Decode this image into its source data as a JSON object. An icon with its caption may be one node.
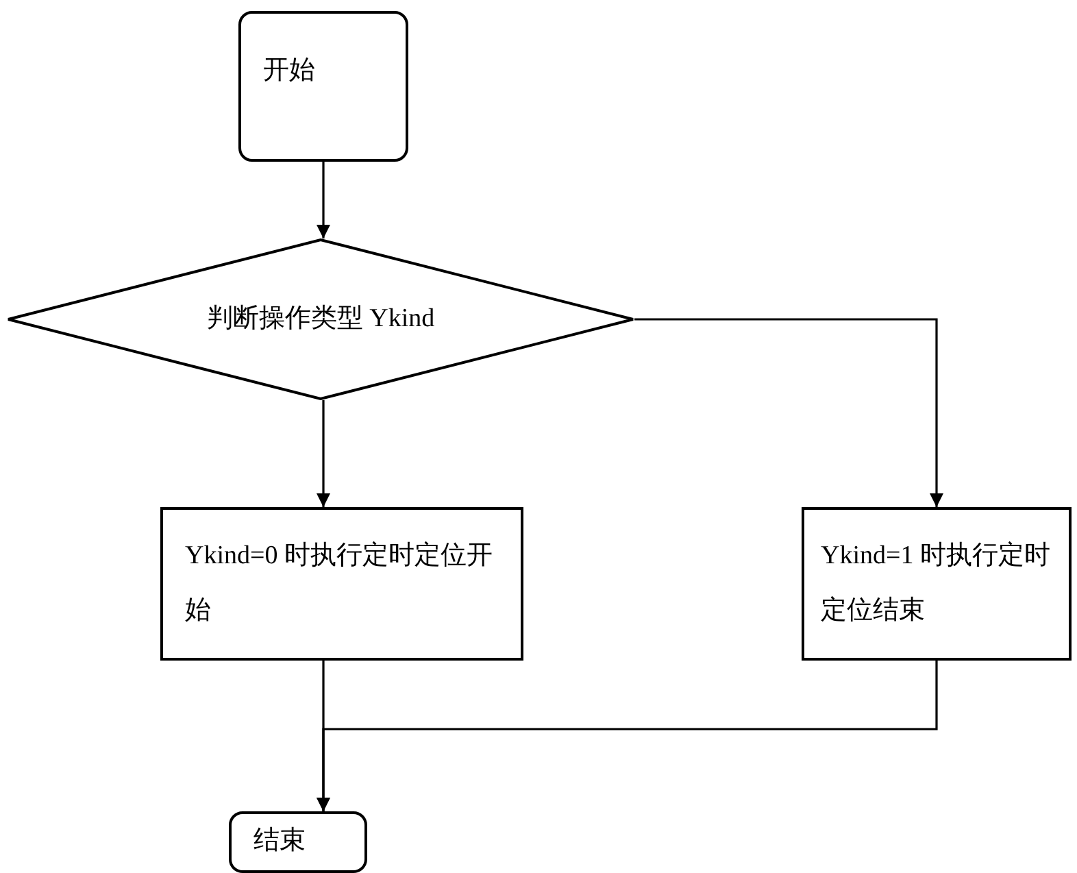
{
  "diagram": {
    "nodes": [
      {
        "text": [
          "开始"
        ]
      },
      {
        "text": [
          "判断操作类型 Ykind"
        ]
      },
      {
        "text": [
          "Ykind=0 时执行定时定位开始"
        ]
      },
      {
        "text": [
          "Ykind=1 时执行定时定位结束"
        ]
      },
      {
        "text": [
          "结束"
        ]
      }
    ],
    "edges": [
      {
        "from": 0,
        "to": 1,
        "arrow": "to"
      },
      {
        "from": 1,
        "to": 2,
        "arrow": "to"
      },
      {
        "from": 1,
        "to": 3,
        "arrow": "to"
      },
      {
        "from": 2,
        "to": 4,
        "arrow": "to"
      },
      {
        "from": 3,
        "to": 4,
        "arrow": "to"
      }
    ]
  }
}
